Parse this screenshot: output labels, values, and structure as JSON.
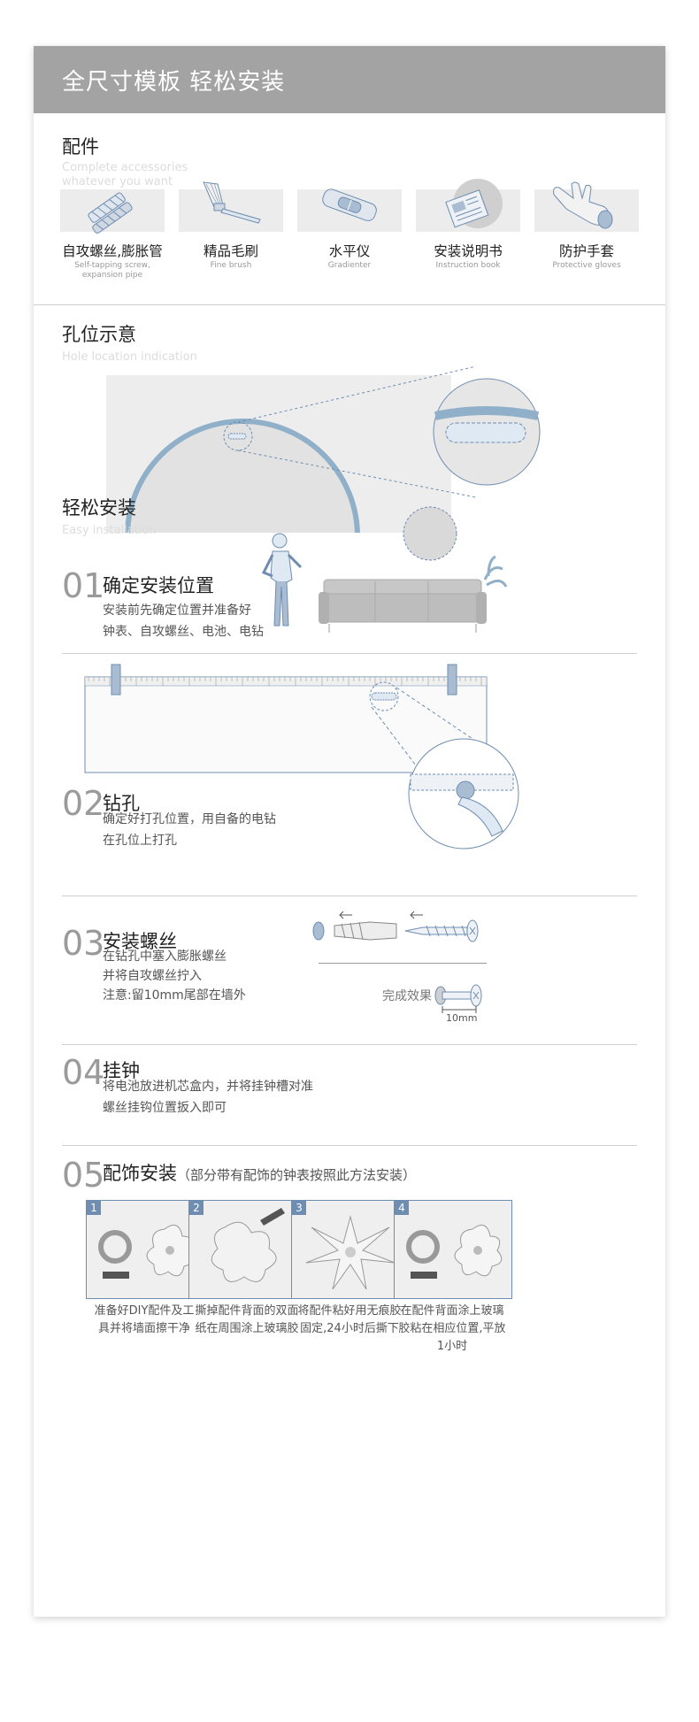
{
  "banner": {
    "title": "全尺寸模板  轻松安装"
  },
  "accessories": {
    "title": "配件",
    "subtitle_1": "Complete accessories",
    "subtitle_2": "whatever you want",
    "items": [
      {
        "label": "自攻螺丝,膨胀管",
        "sub_1": "Self-tapping screw,",
        "sub_2": "expansion pipe"
      },
      {
        "label": "精品毛刷",
        "sub_1": "Fine brush",
        "sub_2": ""
      },
      {
        "label": "水平仪",
        "sub_1": "Gradienter",
        "sub_2": ""
      },
      {
        "label": "安装说明书",
        "sub_1": "Instruction book",
        "sub_2": ""
      },
      {
        "label": "防护手套",
        "sub_1": "Protective gloves",
        "sub_2": ""
      }
    ]
  },
  "hole": {
    "title": "孔位示意",
    "subtitle": "Hole location indication"
  },
  "install": {
    "title": "轻松安装",
    "subtitle": "Easy installation",
    "steps": [
      {
        "num": "01",
        "title": "确定安装位置",
        "lines": [
          "安装前先确定位置并准备好",
          "钟表、自攻螺丝、电池、电钻"
        ]
      },
      {
        "num": "02",
        "title": "钻孔",
        "lines": [
          "确定好打孔位置，用自备的电钻",
          "在孔位上打孔"
        ]
      },
      {
        "num": "03",
        "title": "安装螺丝",
        "lines": [
          "在钻孔中塞入膨胀螺丝",
          "并将自攻螺丝拧入",
          "注意:留10mm尾部在墙外"
        ]
      },
      {
        "num": "04",
        "title": "挂钟",
        "lines": [
          "将电池放进机芯盒内，并将挂钟槽对准",
          "螺丝挂钩位置扳入即可"
        ]
      },
      {
        "num": "05",
        "title": "配饰安装",
        "note": "（部分带有配饰的钟表按照此方法安装）"
      }
    ],
    "step3_result": "完成效果",
    "step3_dim": "10mm",
    "deco": [
      {
        "idx": "1",
        "caption": [
          "准备好DIY配件及工",
          "具并将墙面擦干净"
        ]
      },
      {
        "idx": "2",
        "caption": [
          "撕掉配件背面的双面",
          "纸在周围涂上玻璃胶"
        ]
      },
      {
        "idx": "3",
        "caption": [
          "将配件粘好用无痕胶",
          "固定,24小时后撕下"
        ]
      },
      {
        "idx": "4",
        "caption": [
          "在配件背面涂上玻璃",
          "胶粘在相应位置,平放",
          "1小时"
        ]
      }
    ]
  },
  "colors": {
    "accent": "#6f8db0",
    "banner": "#a3a3a3",
    "panel": "#ececec"
  }
}
